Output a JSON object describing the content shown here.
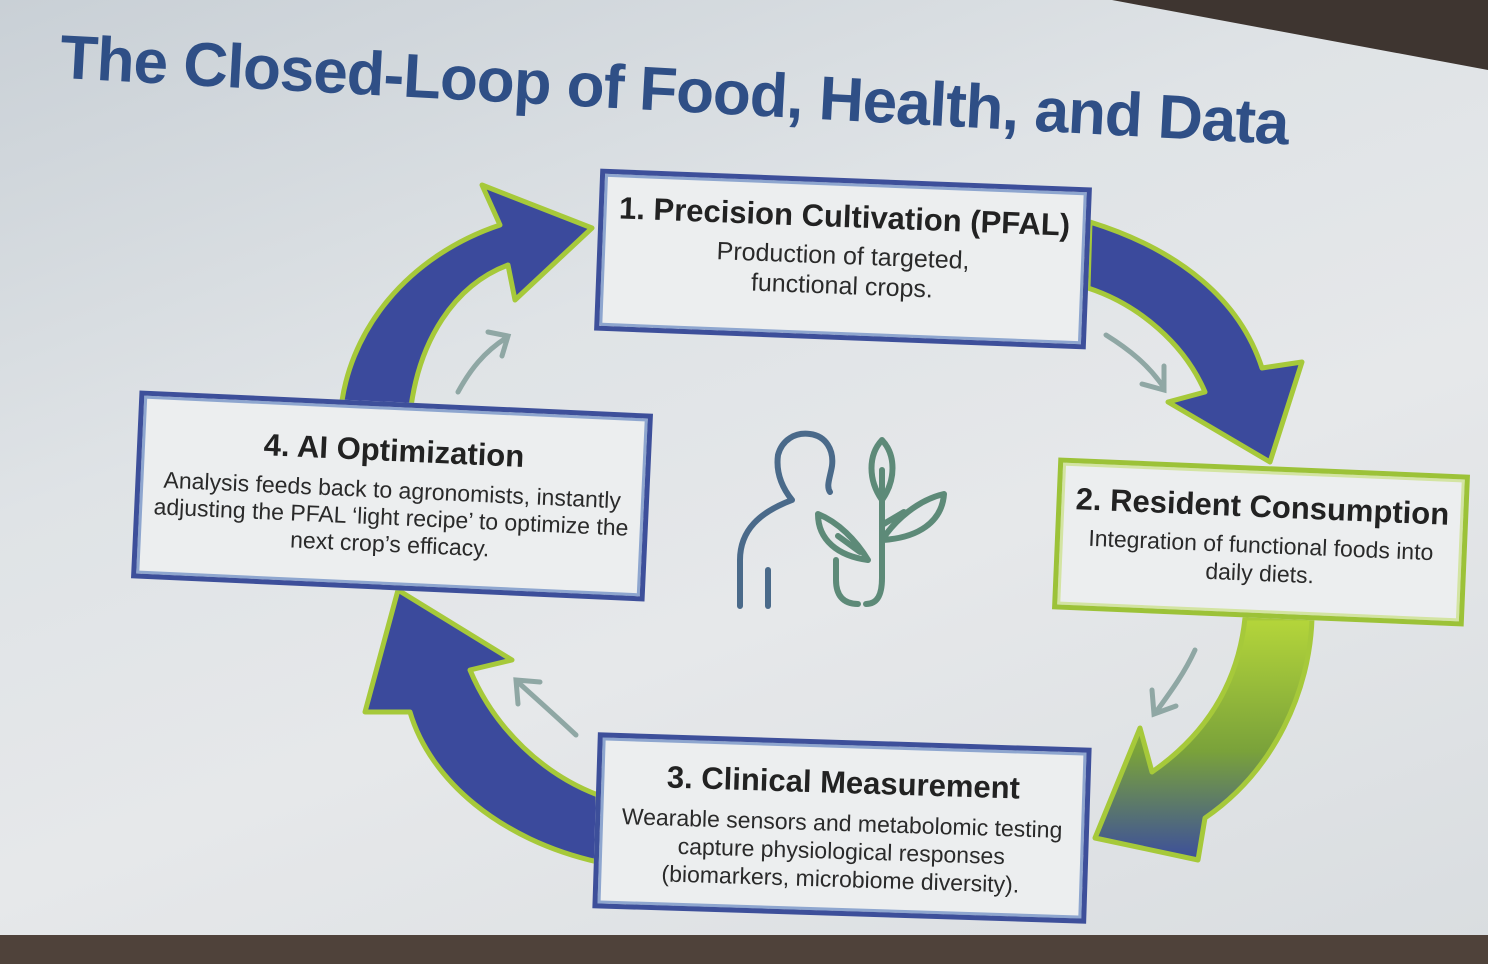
{
  "title": "The Closed-Loop of Food, Health, and Data",
  "steps": [
    {
      "title": "1. Precision Cultivation (PFAL)",
      "description": "Production of targeted, functional crops."
    },
    {
      "title": "2. Resident Consumption",
      "description": "Integration of functional foods into daily diets."
    },
    {
      "title": "3. Clinical Measurement",
      "description": "Wearable sensors and metabolomic testing capture physiological responses (biomarkers, microbiome diversity)."
    },
    {
      "title": "4. AI Optimization",
      "description": "Analysis feeds back to agronomists, instantly adjusting the PFAL ‘light recipe’ to optimize the next crop’s efficacy."
    }
  ],
  "icons": {
    "center": "person-with-plant-icon"
  },
  "colors": {
    "title": "#2f4f86",
    "arrow_blue": "#3b4a9c",
    "arrow_green": "#a6c93a",
    "small_arrow": "#8fa7a4"
  }
}
